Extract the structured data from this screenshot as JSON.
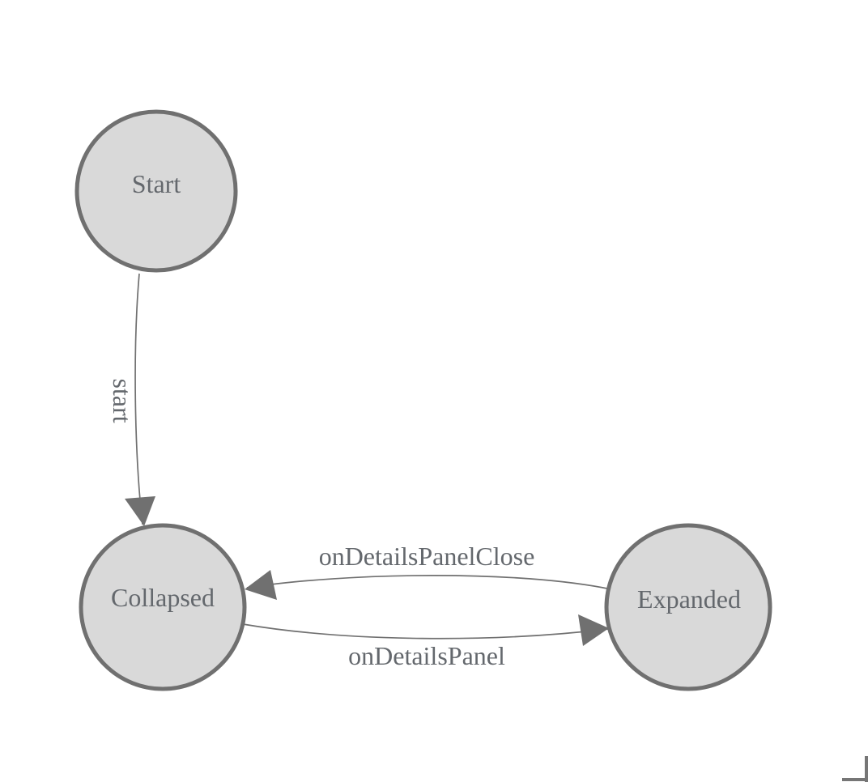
{
  "colors": {
    "background": "#ffffff",
    "node_fill": "#d9d9d9",
    "node_border": "#707070",
    "edge": "#707070",
    "label": "#64686d",
    "scroll_corner": "#767676"
  },
  "diagram": {
    "type": "state-machine",
    "nodes": {
      "start": {
        "label": "Start"
      },
      "collapsed": {
        "label": "Collapsed"
      },
      "expanded": {
        "label": "Expanded"
      }
    },
    "edges": {
      "start_to_collapsed": {
        "label": "start",
        "from": "Start",
        "to": "Collapsed"
      },
      "expanded_to_collapsed": {
        "label": "onDetailsPanelClose",
        "from": "Expanded",
        "to": "Collapsed"
      },
      "collapsed_to_expanded": {
        "label": "onDetailsPanel",
        "from": "Collapsed",
        "to": "Expanded"
      }
    }
  }
}
